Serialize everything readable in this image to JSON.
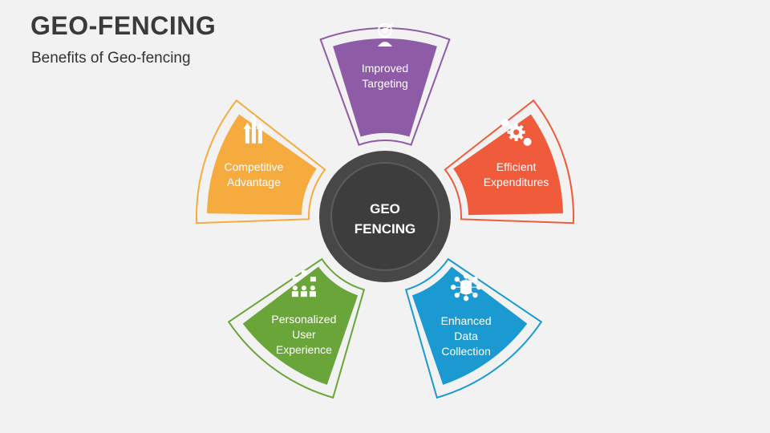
{
  "header": {
    "title": "GEO-FENCING",
    "subtitle": "Benefits of Geo-fencing"
  },
  "hub": {
    "line1": "GEO",
    "line2": "FENCING",
    "color": "#3d3d3d",
    "ring_color": "#474747"
  },
  "segments": [
    {
      "id": "improved-targeting",
      "lines": [
        "Improved",
        "Targeting"
      ],
      "color": "#8e5ba6",
      "icon": "target-person-icon"
    },
    {
      "id": "efficient-expenditures",
      "lines": [
        "Efficient",
        "Expenditures"
      ],
      "color": "#ef5b3b",
      "icon": "gear-dollar-icon"
    },
    {
      "id": "enhanced-data-collection",
      "lines": [
        "Enhanced",
        "Data",
        "Collection"
      ],
      "color": "#1a9ad0",
      "icon": "database-network-icon"
    },
    {
      "id": "personalized-user-experience",
      "lines": [
        "Personalized",
        "User",
        "Experience"
      ],
      "color": "#6aa539",
      "icon": "social-users-icon"
    },
    {
      "id": "competitive-advantage",
      "lines": [
        "Competitive",
        "Advantage"
      ],
      "color": "#f6ab3f",
      "icon": "growth-arrows-icon"
    }
  ]
}
